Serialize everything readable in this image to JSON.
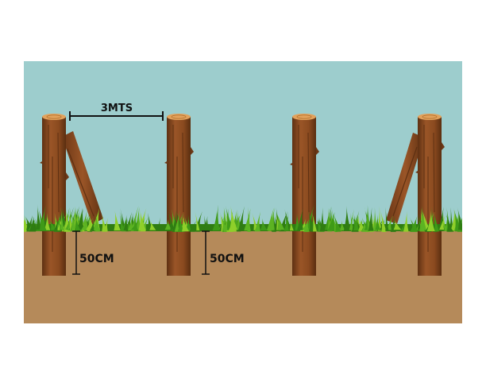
{
  "diagram": {
    "labels": {
      "spacing": "3MTS",
      "depth_left": "50CM",
      "depth_right": "50CM"
    },
    "colors": {
      "sky": "#9dcdcd",
      "soil": "#b58a5a",
      "post": "#8a4a1f",
      "post_dark": "#5e3012",
      "post_top": "#e2a25c",
      "grass_dark": "#2f7d12",
      "grass_light": "#8fcf2a",
      "dimension": "#111111"
    }
  }
}
